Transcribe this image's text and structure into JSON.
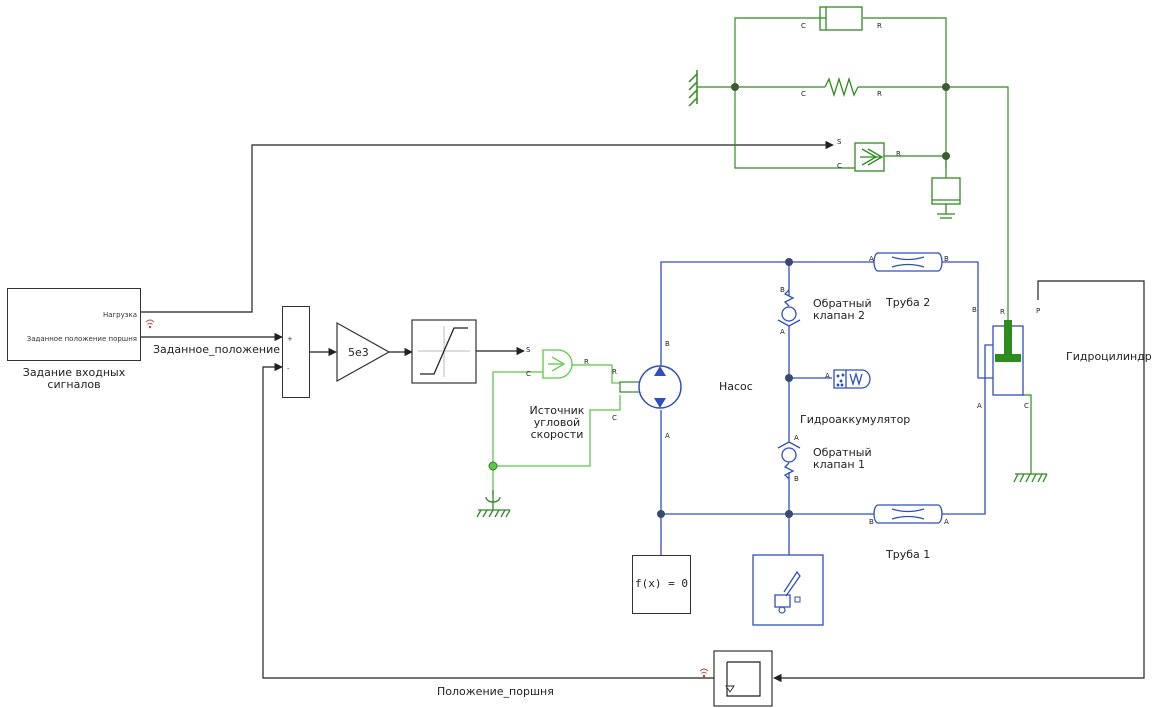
{
  "blocks": {
    "inputs": {
      "label_line1": "Задание  входных",
      "label_line2": "сигналов",
      "port_load": "Нагрузка",
      "port_position": "Заданное  положение  поршня"
    },
    "sum": {
      "plus": "+",
      "minus": "-"
    },
    "gain": {
      "value": "5e3"
    },
    "source": {
      "label_line1": "Источник",
      "label_line2": "угловой",
      "label_line3": "скорости"
    },
    "pump": {
      "label": "Насос"
    },
    "check_valve_2": {
      "label_line1": "Обратный",
      "label_line2": "клапан  2"
    },
    "check_valve_1": {
      "label_line1": "Обратный",
      "label_line2": "клапан  1"
    },
    "accumulator": {
      "label": "Гидроаккумулятор"
    },
    "pipe_2": {
      "label": "Труба  2"
    },
    "pipe_1": {
      "label": "Труба  1"
    },
    "cylinder": {
      "label": "Гидроцилиндр"
    },
    "solver": {
      "label": "f(x) = 0"
    }
  },
  "signals": {
    "setpoint": "Заданное_положение",
    "position": "Положение_поршня"
  },
  "ports": {
    "A": "A",
    "B": "B",
    "C": "C",
    "R": "R",
    "S": "S",
    "P": "P"
  },
  "colors": {
    "signal": "#222222",
    "mechanical": "#2e8b1e",
    "rotational": "#5cc84a",
    "hydraulic": "#2f4fbf",
    "node": "#3a4a6a"
  }
}
